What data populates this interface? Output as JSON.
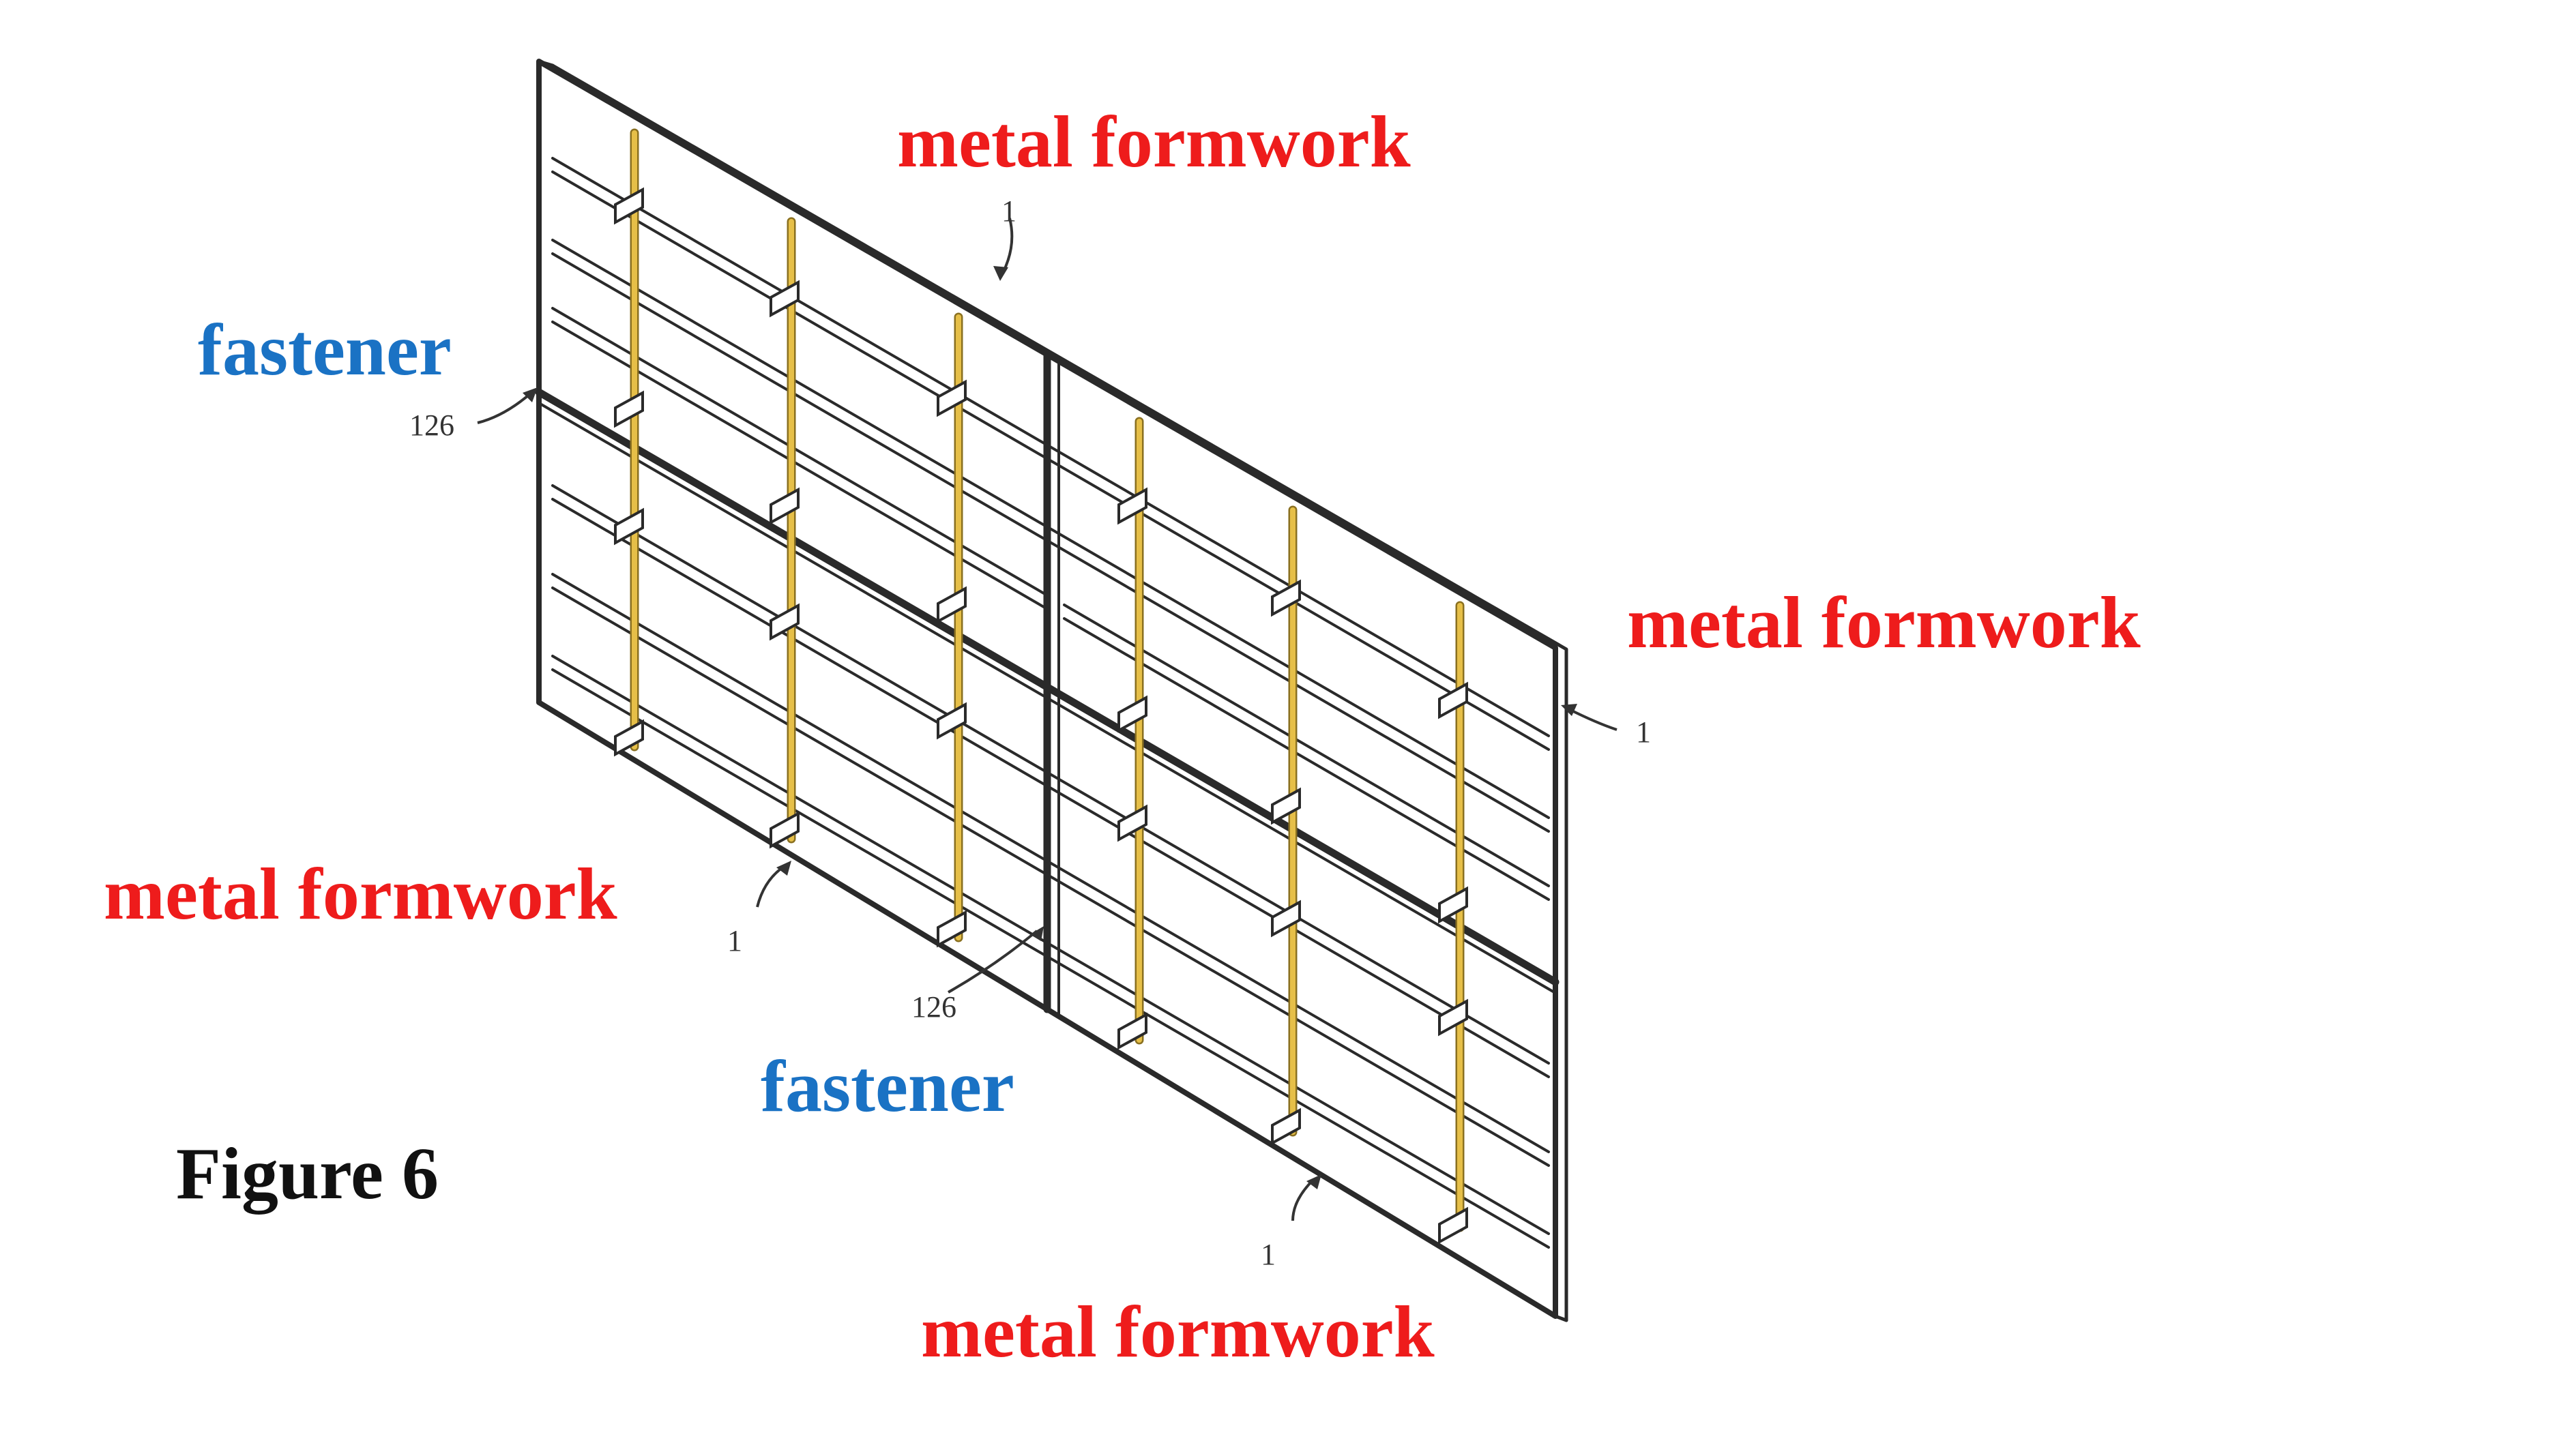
{
  "labels": {
    "formwork_top": "metal formwork",
    "formwork_right": "metal formwork",
    "formwork_left": "metal formwork",
    "formwork_bottom": "metal formwork",
    "fastener_left": "fastener",
    "fastener_bottom": "fastener",
    "figure_caption": "Figure 6"
  },
  "callouts": {
    "ref_top": "1",
    "ref_right": "1",
    "ref_left": "1",
    "ref_bottom": "1",
    "ref_126_left": "126",
    "ref_126_bottom": "126"
  },
  "colors": {
    "formwork_label": "#ee1c1c",
    "fastener_label": "#1a72c4",
    "caption": "#111111",
    "line_art": "#2a2a2a",
    "vertical_ties": "#d9b23a"
  }
}
